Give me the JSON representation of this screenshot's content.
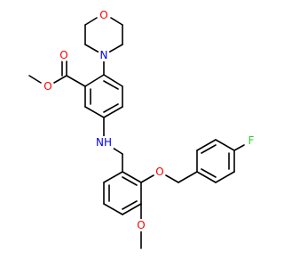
{
  "molecule": {
    "atom_labels": {
      "morpholine_oxygen": "O",
      "morpholine_nitrogen": "N",
      "carbonyl_oxygen": "O",
      "ester_oxygen": "O",
      "amine": "NH",
      "benzyloxy_oxygen": "O",
      "fluorine": "F",
      "methoxy_oxygen": "O"
    },
    "colors": {
      "bond": "#000000",
      "oxygen": "#ff0000",
      "nitrogen": "#0000ff",
      "fluorine": "#33cc33"
    }
  }
}
